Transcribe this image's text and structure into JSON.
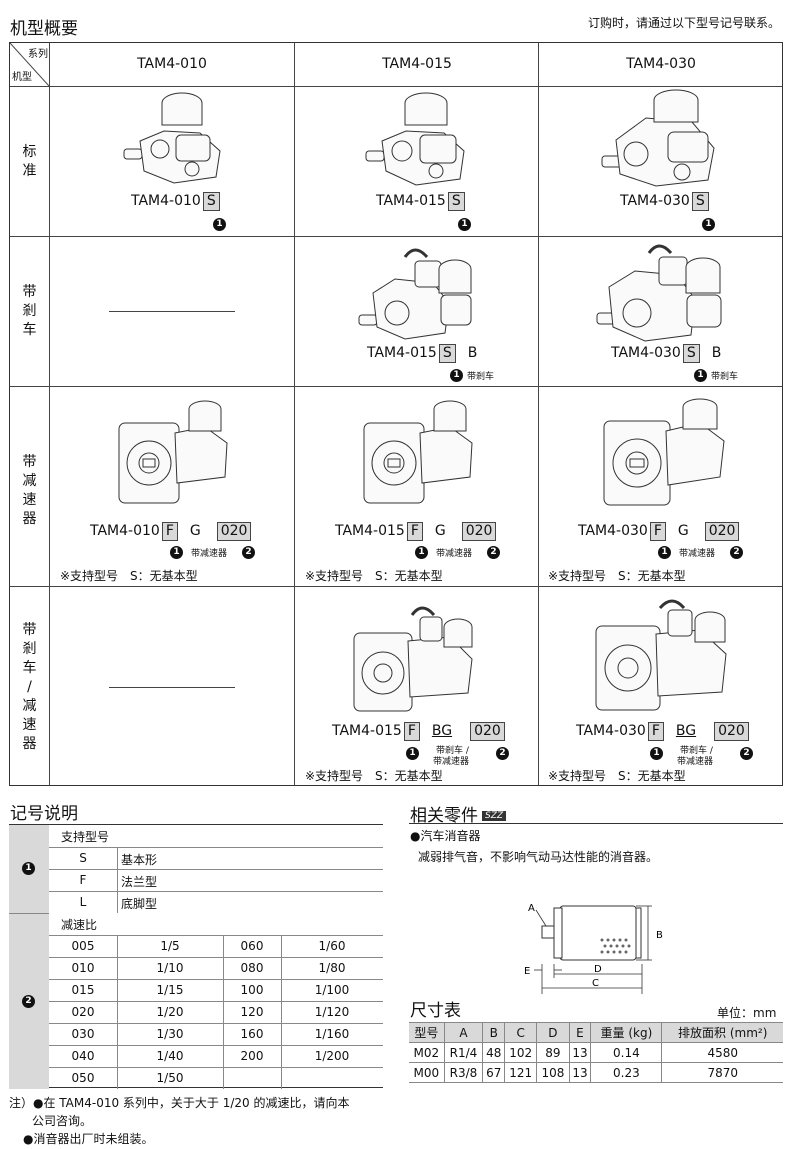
{
  "header": {
    "title": "机型概要",
    "note": "订购时，请通过以下型号记号联系。"
  },
  "grid": {
    "corner_series": "系列",
    "corner_model": "机型",
    "columns": [
      "TAM4-010",
      "TAM4-015",
      "TAM4-030"
    ],
    "rows": [
      "标准",
      "带剎车",
      "带减速器",
      "带剎车/减速器"
    ],
    "row_chars": [
      [
        "标",
        "准"
      ],
      [
        "带",
        "剎",
        "车"
      ],
      [
        "带",
        "减",
        "速",
        "器"
      ],
      [
        "带",
        "剎",
        "车",
        "/",
        "减",
        "速",
        "器"
      ]
    ],
    "standard": {
      "suffix": "S",
      "num": "1"
    },
    "brake": {
      "suffix": "S",
      "brake_code": "B",
      "num": "1",
      "brake_label": "带剎车"
    },
    "reducer": {
      "suffix": "F",
      "g_code": "G",
      "ratio": "020",
      "num1": "1",
      "num2": "2",
      "g_label": "带减速器"
    },
    "brake_reducer": {
      "suffix": "F",
      "bg_code": "BG",
      "ratio": "020",
      "num1": "1",
      "num2": "2",
      "bg_label1": "带剎车 /",
      "bg_label2": "带减速器"
    },
    "support_note": "※支持型号　S：无基本型"
  },
  "legend": {
    "title": "记号说明",
    "section1": {
      "num": "1",
      "heading": "支持型号",
      "rows": [
        [
          "S",
          "基本形"
        ],
        [
          "F",
          "法兰型"
        ],
        [
          "L",
          "底脚型"
        ]
      ]
    },
    "section2": {
      "num": "2",
      "heading": "减速比",
      "rows": [
        [
          "005",
          "1/5",
          "060",
          "1/60"
        ],
        [
          "010",
          "1/10",
          "080",
          "1/80"
        ],
        [
          "015",
          "1/15",
          "100",
          "1/100"
        ],
        [
          "020",
          "1/20",
          "120",
          "1/120"
        ],
        [
          "030",
          "1/30",
          "160",
          "1/160"
        ],
        [
          "040",
          "1/40",
          "200",
          "1/200"
        ],
        [
          "050",
          "1/50",
          "",
          ""
        ]
      ]
    }
  },
  "notes": {
    "line1": "注）●在 TAM4-010 系列中，关于大于 1/20 的减速比，请向本",
    "line2": "公司咨询。",
    "line3": "●消音器出厂时未组装。"
  },
  "related": {
    "title": "相关零件",
    "badge": "SZZ",
    "item": "●汽车消音器",
    "desc": "减弱排气音，不影响气动马达性能的消音器。",
    "diagram_labels": {
      "a": "A",
      "b": "B",
      "c": "C",
      "d": "D",
      "e": "E"
    }
  },
  "dimensions": {
    "title": "尺寸表",
    "unit": "单位：mm",
    "headers": [
      "型号",
      "A",
      "B",
      "C",
      "D",
      "E",
      "重量 (kg)",
      "排放面积 (mm²)"
    ],
    "rows": [
      [
        "M02",
        "R1/4",
        "48",
        "102",
        "89",
        "13",
        "0.14",
        "4580"
      ],
      [
        "M00",
        "R3/8",
        "67",
        "121",
        "108",
        "13",
        "0.23",
        "7870"
      ]
    ]
  }
}
